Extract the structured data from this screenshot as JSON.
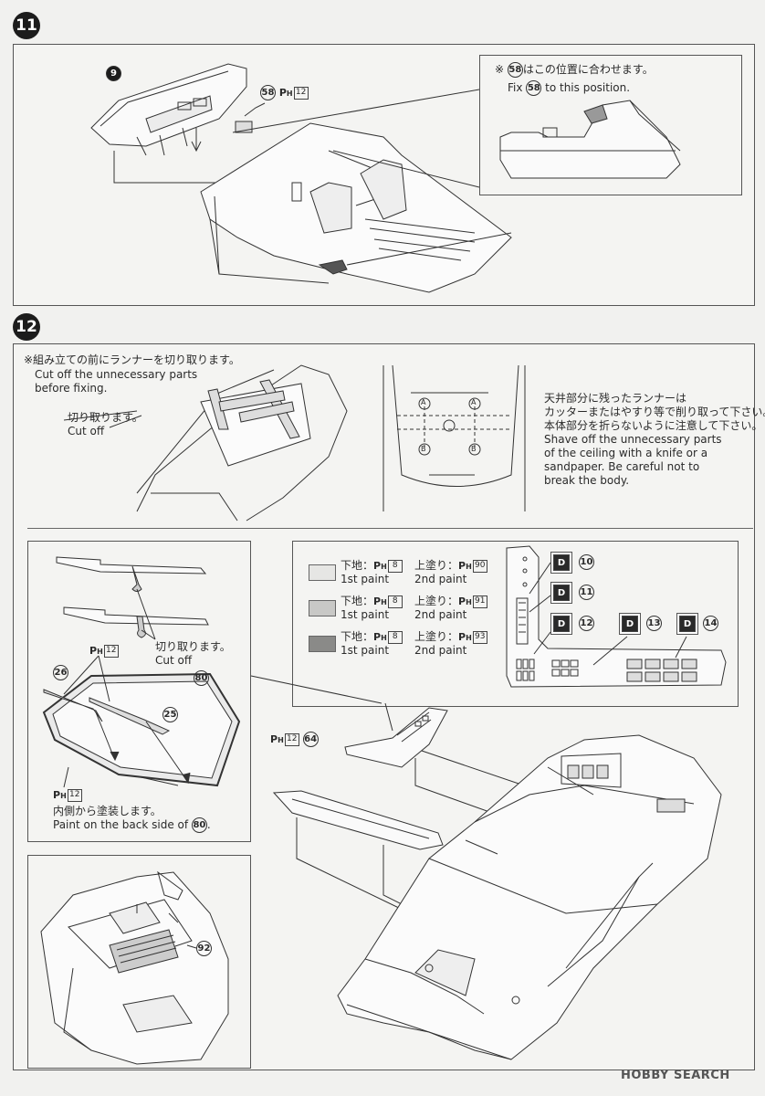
{
  "step11": {
    "number": "11",
    "part9": "9",
    "part58": "58",
    "paint": "12",
    "note_jp_prefix": "※",
    "note_jp_part": "58",
    "note_jp_rest": "はこの位置に合わせます。",
    "note_en_prefix": "Fix",
    "note_en_part": "58",
    "note_en_rest": "to this position."
  },
  "step12": {
    "number": "12",
    "runner_note_jp": "※組み立ての前にランナーを切り取ります。",
    "runner_note_en1": "Cut off the unnecessary parts",
    "runner_note_en2": "before fixing.",
    "cut_jp": "切り取ります。",
    "cut_en": "Cut off",
    "ceiling_jp1": "天井部分に残ったランナーは",
    "ceiling_jp2": "カッターまたはやすり等で削り取って下さい。",
    "ceiling_jp3": "本体部分を折らないように注意して下さい。",
    "ceiling_en1": "Shave off the unnecessary parts",
    "ceiling_en2": "of the ceiling with a knife or a",
    "ceiling_en3": "sandpaper. Be careful not to",
    "ceiling_en4": "break the body.",
    "labelA": "A",
    "labelB": "B",
    "wiper_cut_jp": "切り取ります。",
    "wiper_cut_en": "Cut off",
    "part26": "26",
    "part25": "25",
    "part80": "80",
    "paint12a": "12",
    "paint12b": "12",
    "inside_jp": "内側から塗装します。",
    "inside_en_pre": "Paint on the back side of",
    "inside_en_part": "80",
    "inside_en_post": ".",
    "paint_legend": [
      {
        "base_label": "下地：",
        "base_code": "8",
        "top_label": "上塗り：",
        "top_code": "90",
        "en1": "1st paint",
        "en2": "2nd paint",
        "color": "#e6e6e4"
      },
      {
        "base_label": "下地：",
        "base_code": "8",
        "top_label": "上塗り：",
        "top_code": "91",
        "en1": "1st paint",
        "en2": "2nd paint",
        "color": "#c8c8c6"
      },
      {
        "base_label": "下地：",
        "base_code": "8",
        "top_label": "上塗り：",
        "top_code": "93",
        "en1": "1st paint",
        "en2": "2nd paint",
        "color": "#8a8a88"
      }
    ],
    "decals": [
      "10",
      "11",
      "12",
      "13",
      "14"
    ],
    "decal_letter": "D",
    "part64": "64",
    "paint12c": "12",
    "part92": "92"
  },
  "ph": "P",
  "ph_sub": "H",
  "logo": "HOBBY SEARCH"
}
